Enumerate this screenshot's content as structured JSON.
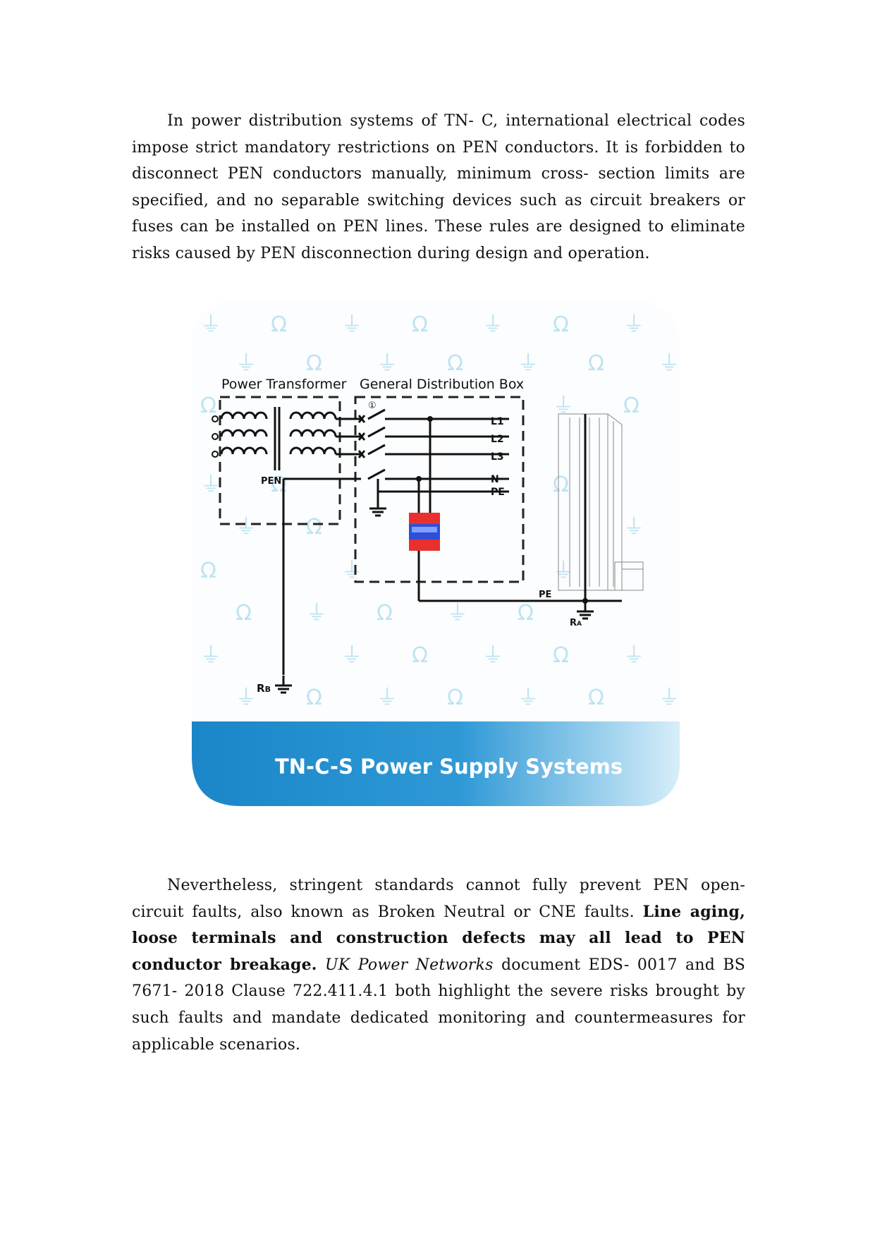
{
  "paragraph1": {
    "text": "In power distribution systems of TN- C, international electrical codes impose strict mandatory restrictions on PEN conductors. It is forbidden to disconnect PEN conductors manually, minimum cross- section limits are specified, and no separable switching devices such as circuit breakers or fuses can be installed on PEN lines. These rules are designed to eliminate risks caused by PEN disconnection during design and operation."
  },
  "figure": {
    "label_transformer": "Power Transformer",
    "label_distribution_box": "General Distribution Box",
    "label_circled_one": "①",
    "label_l1": "L1",
    "label_l2": "L2",
    "label_l3": "L3",
    "label_n": "N",
    "label_pe": "PE",
    "label_pen": "PEN",
    "label_pe_building": "PE",
    "label_ra_main": "R",
    "label_ra_sub": "A",
    "label_rb_main": "R",
    "label_rb_sub": "B",
    "banner_title": "TN-C-S Power Supply Systems",
    "watermark_ground": "⏚",
    "watermark_ohm": "Ω",
    "colors": {
      "banner_start": "#1a86c8",
      "banner_end": "#d7eef9",
      "watermark": "#bfe3f1",
      "spd_red": "#e8312f",
      "spd_blue": "#2f4fd6"
    }
  },
  "paragraph2": {
    "text_start": "Nevertheless, stringent standards cannot fully prevent PEN open- circuit faults, also known as Broken Neutral or CNE faults. ",
    "text_bold": "Line aging, loose terminals and construction defects may all lead to PEN conductor breakage.",
    "text_sep": " ",
    "text_italic": "UK Power Networks",
    "text_end": " document EDS- 0017 and BS 7671- 2018 Clause 722.411.4.1 both highlight the severe risks brought by such faults and mandate dedicated monitoring and countermeasures for applicable scenarios."
  }
}
